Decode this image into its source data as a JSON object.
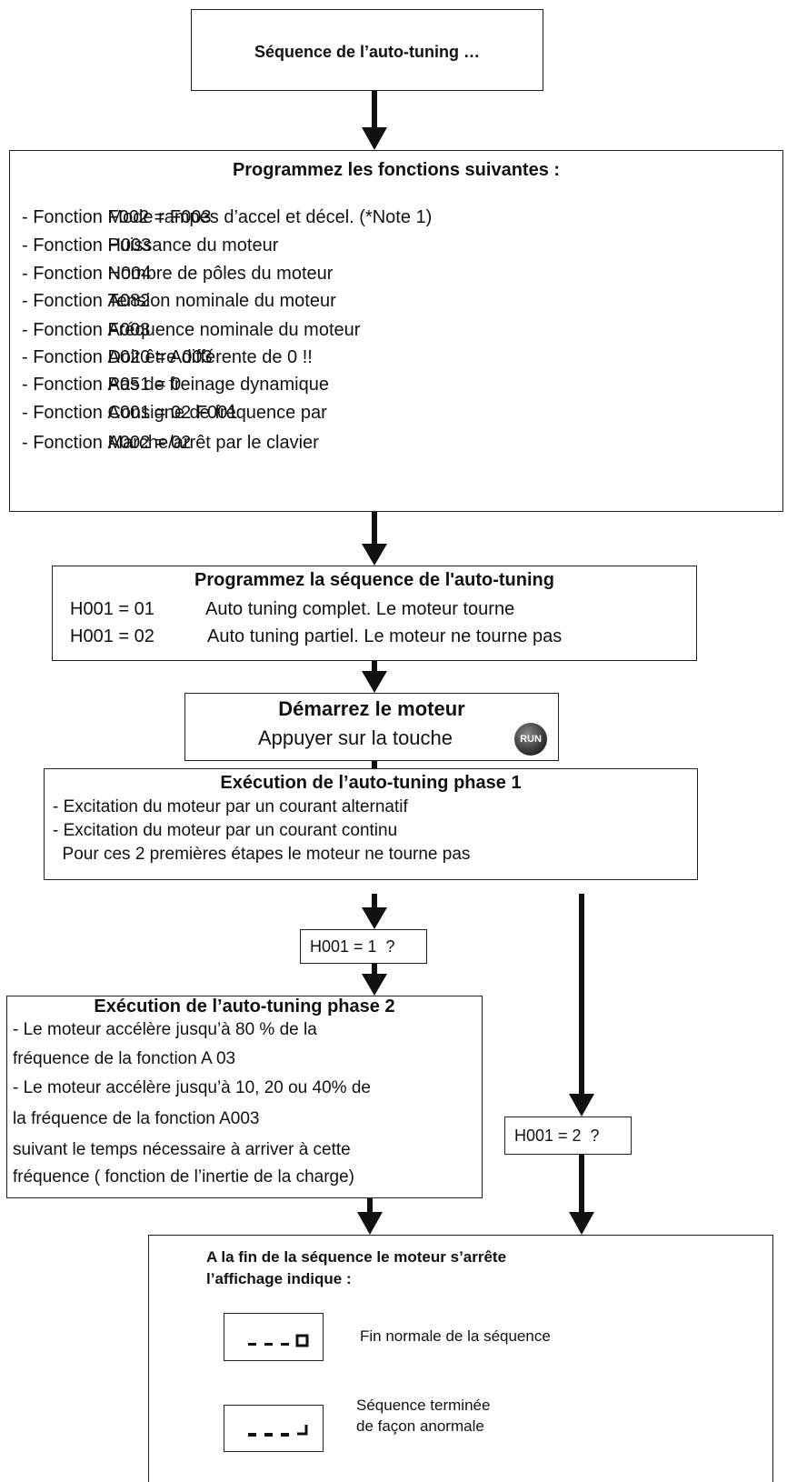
{
  "seq_title": "Séquence de l’auto-tuning …",
  "prog": {
    "title": "Programmez les fonctions suivantes :",
    "lines": [
      {
        "prefix": "- Fonction ",
        "overlap_a": "Mode rampes",
        "overlap_b": "F002 = F003",
        "rest": " d’accel et décel. (*Note 1)"
      },
      {
        "prefix": "- Fonction ",
        "overlap_a": "Puiss",
        "overlap_b": "H003",
        "rest": "ance du moteur"
      },
      {
        "prefix": "- Fonction ",
        "overlap_a": "Nomb",
        "overlap_b": "H004",
        "rest": "re de pôles du moteur"
      },
      {
        "prefix": "- Fonction ",
        "overlap_a": "Tensi",
        "overlap_b": "A082",
        "rest": "on nominale du moteur"
      },
      {
        "prefix": "- Fonction ",
        "overlap_a": "Fréq",
        "overlap_b": "A003",
        "rest": "uence nominale du moteur"
      },
      {
        "prefix": "- Fonction ",
        "overlap_a": "Doit être diffé",
        "overlap_b": "A020 = A003",
        "rest": "rente de 0 !!"
      },
      {
        "prefix": "- Fonction ",
        "overlap_a": "Pas de fre",
        "overlap_b": "A051 = 0",
        "rest": "inage dynamique"
      },
      {
        "prefix": "- Fonction ",
        "overlap_a": "Consigne de fré",
        "overlap_b": "A001 = 02 F001",
        "rest": "quence par"
      },
      {
        "prefix": "- Fonction ",
        "overlap_a": "Marche/arr",
        "overlap_b": "A002 = 02",
        "rest": "êt par le clavier"
      }
    ]
  },
  "autotune": {
    "title": "Programmez la séquence de l'auto-tuning",
    "rows": [
      {
        "code": "H001 = 01",
        "desc": "Auto tuning complet. Le moteur tourne"
      },
      {
        "code": "H001 = 02",
        "desc": "Auto tuning partiel. Le  moteur ne tourne pas"
      }
    ]
  },
  "start": {
    "title": "Démarrez le moteur",
    "line": "Appuyer sur la touche",
    "run_label": "RUN"
  },
  "phase1": {
    "title": "Exécution de l’auto-tuning phase 1",
    "lines": [
      "- Excitation du moteur par un courant alternatif",
      "- Excitation du moteur par un courant continu",
      "  Pour ces 2 premières étapes le moteur ne tourne pas"
    ]
  },
  "check1": "H001 = 1  ?",
  "check2": "H001 = 2  ?",
  "phase2": {
    "title": "Exécution de l’auto-tuning phase 2",
    "lines": [
      "- Le moteur accélère jusqu’à 80 % de la",
      "fréquence de la fonction A 03",
      "- Le moteur accélère jusqu’à 10, 20 ou 40% de",
      "la fréquence de la fonction A003",
      "suivant le temps nécessaire à arriver à cette",
      "fréquence ( fonction de l’inertie de la charge)"
    ]
  },
  "end": {
    "title_1": "A la fin de la séquence le moteur s’arrête",
    "title_2": "l’affichage indique :",
    "normal_label": "Fin normale de la séquence",
    "abnormal_label_1": "Séquence terminée",
    "abnormal_label_2": "de façon anormale"
  }
}
